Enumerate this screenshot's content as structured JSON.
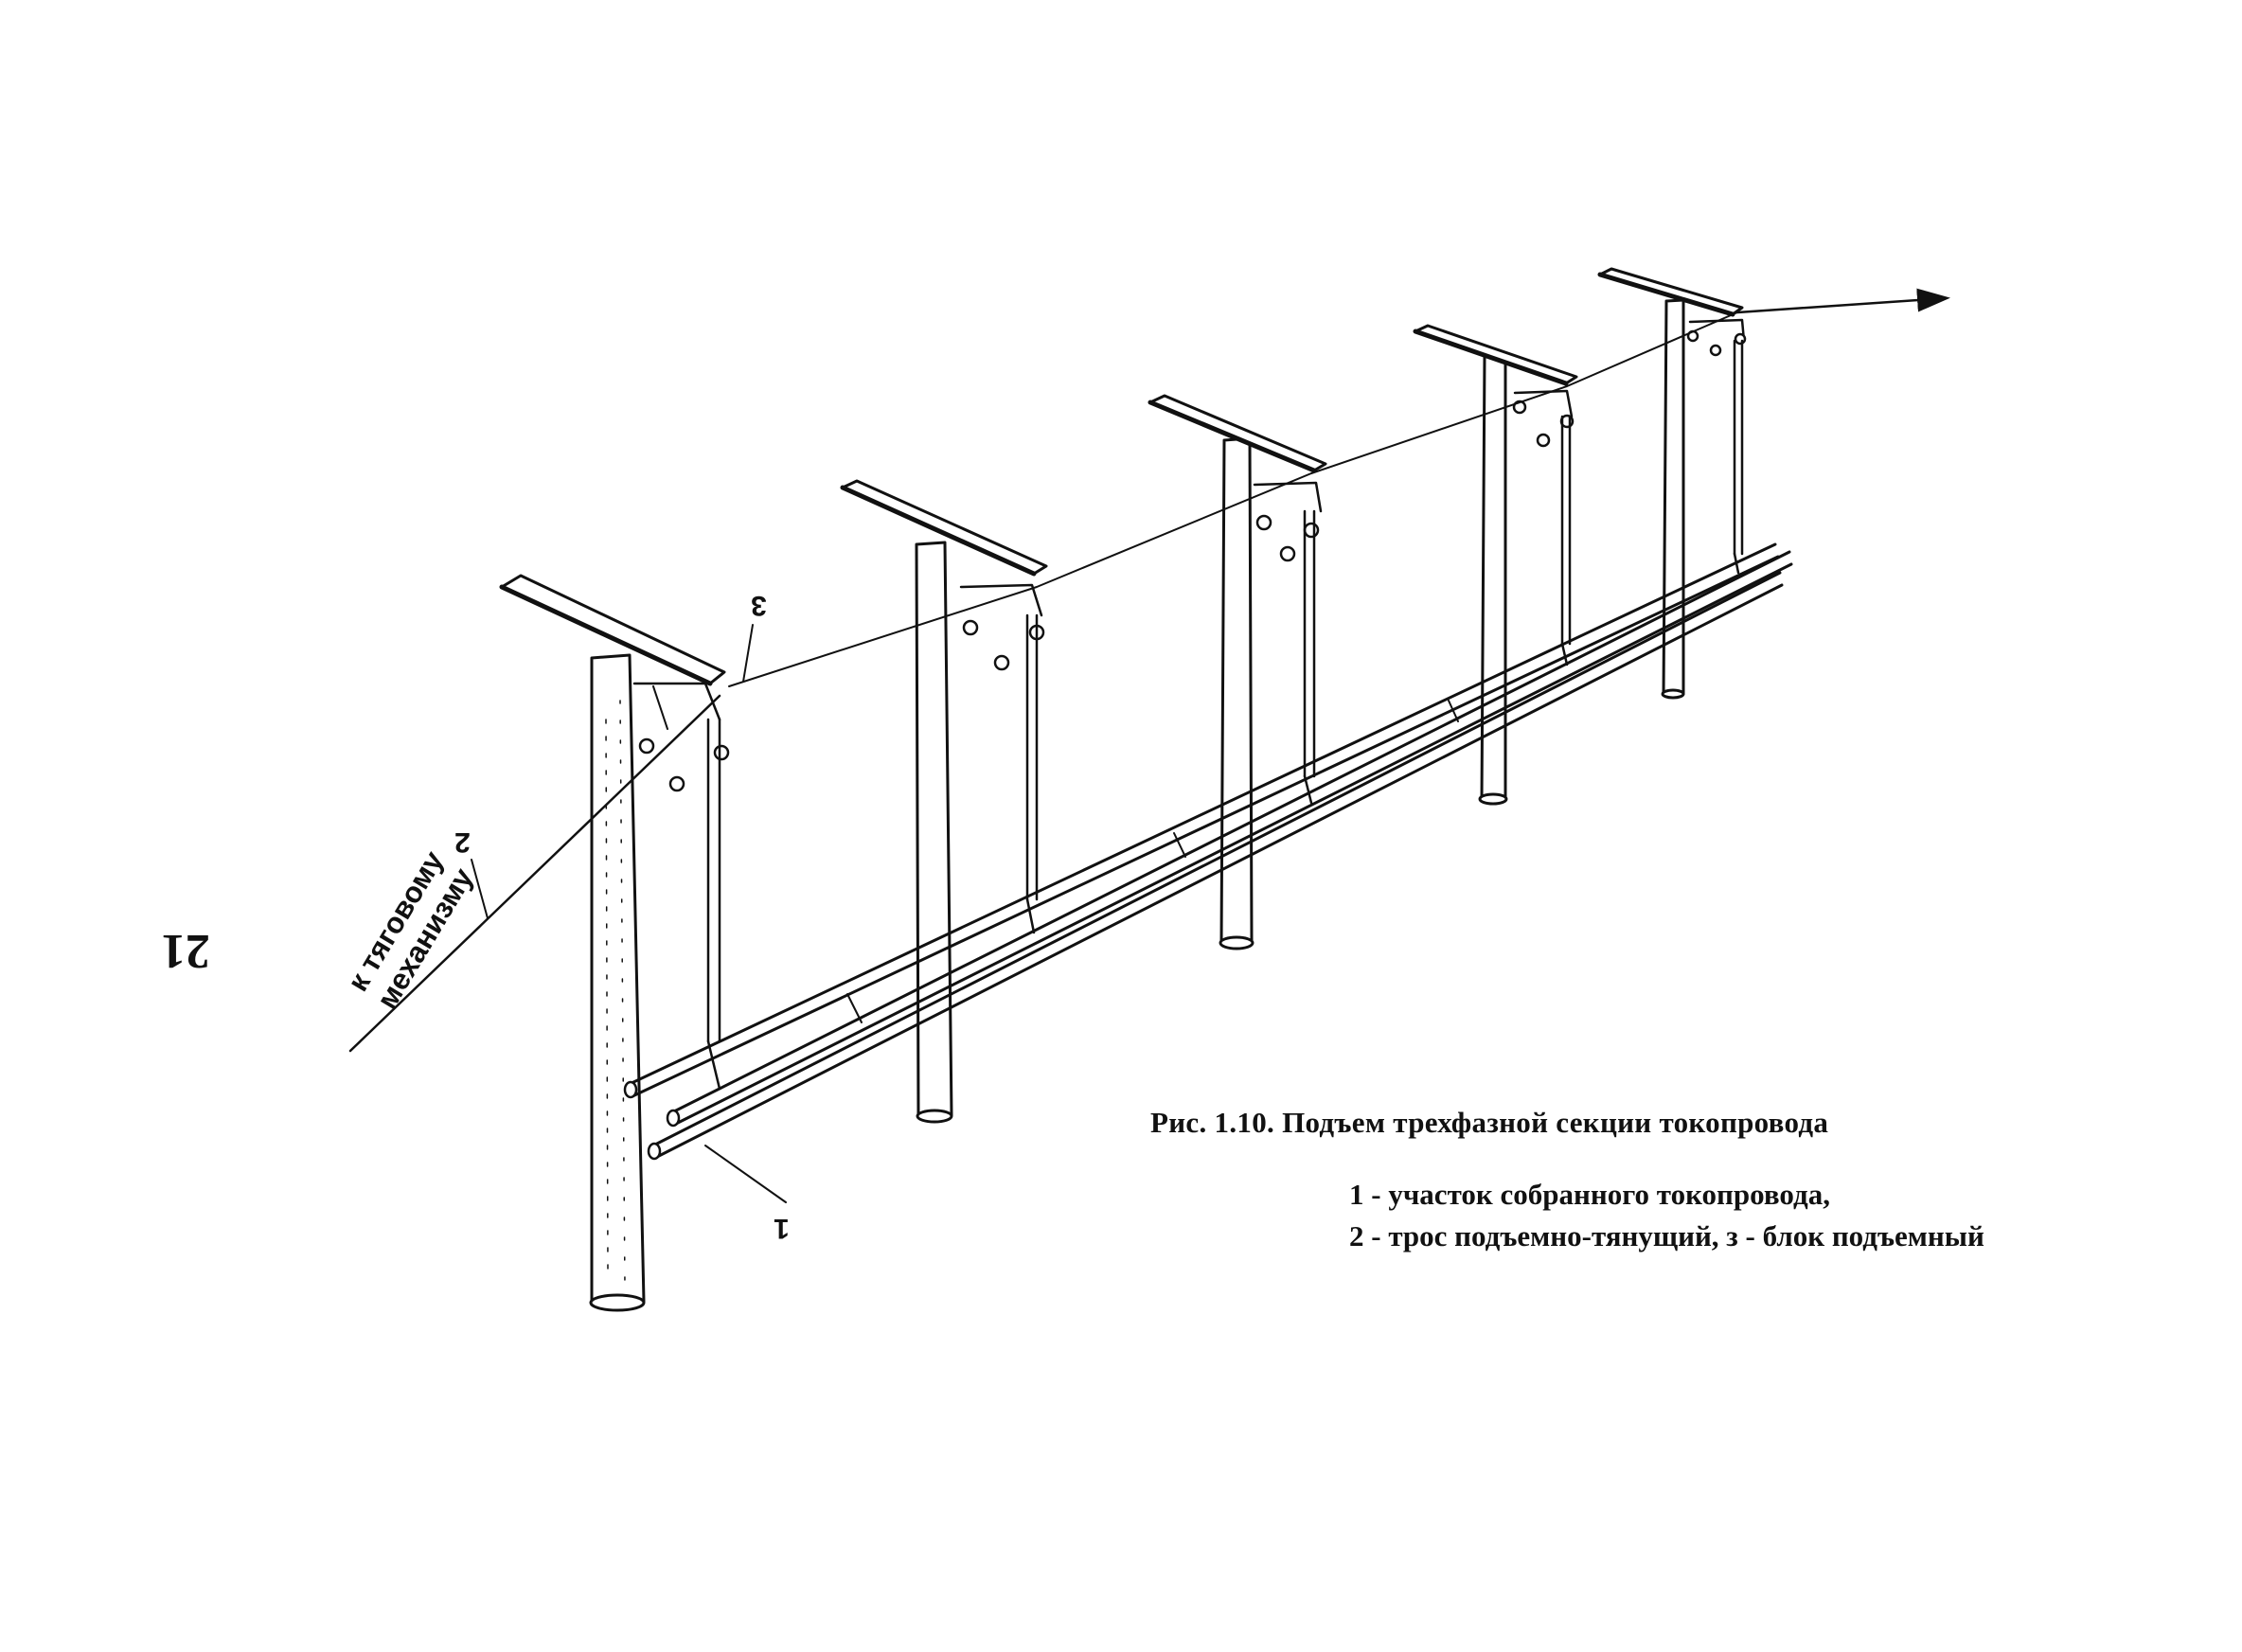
{
  "page": {
    "number": "21"
  },
  "figure": {
    "caption": "Рис. 1.10. Подъем трехфазной секции токопровода",
    "legend": [
      "1 - участок собранного токопровода,",
      "2 - трос подъемно-тянущий, з - блок подъемный"
    ],
    "callouts": {
      "one": "1",
      "two": "2",
      "three": "3"
    },
    "direction_label": {
      "line1": "к тяговому",
      "line2": "механизму"
    }
  }
}
